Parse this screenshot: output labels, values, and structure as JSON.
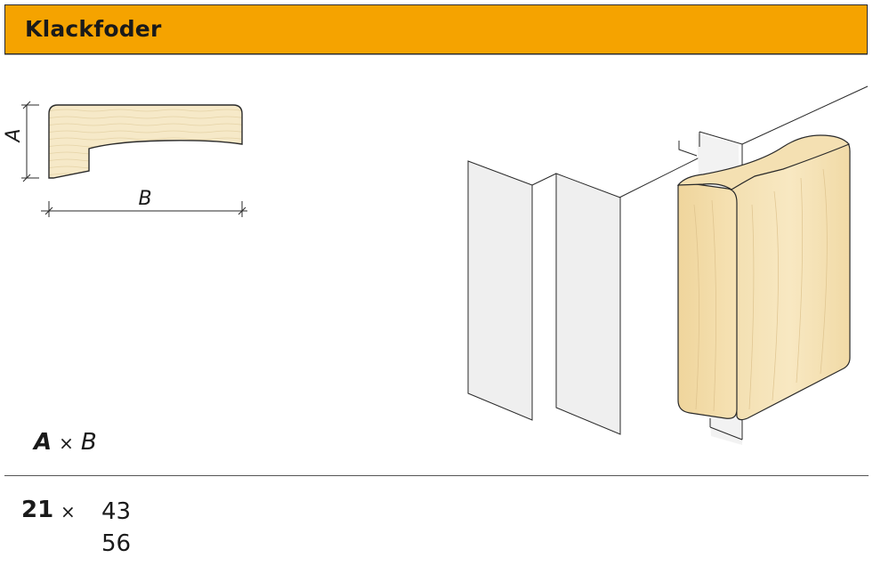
{
  "header": {
    "title": "Klackfoder",
    "background_color": "#f5a300"
  },
  "profile_drawing": {
    "dimension_a_label": "A",
    "dimension_b_label": "B",
    "wood_color": "#f6e9c8"
  },
  "formula": {
    "a": "A",
    "times": "×",
    "b": "B"
  },
  "sizes": {
    "a": "21",
    "times": "×",
    "b_values": [
      "43",
      "56"
    ]
  }
}
